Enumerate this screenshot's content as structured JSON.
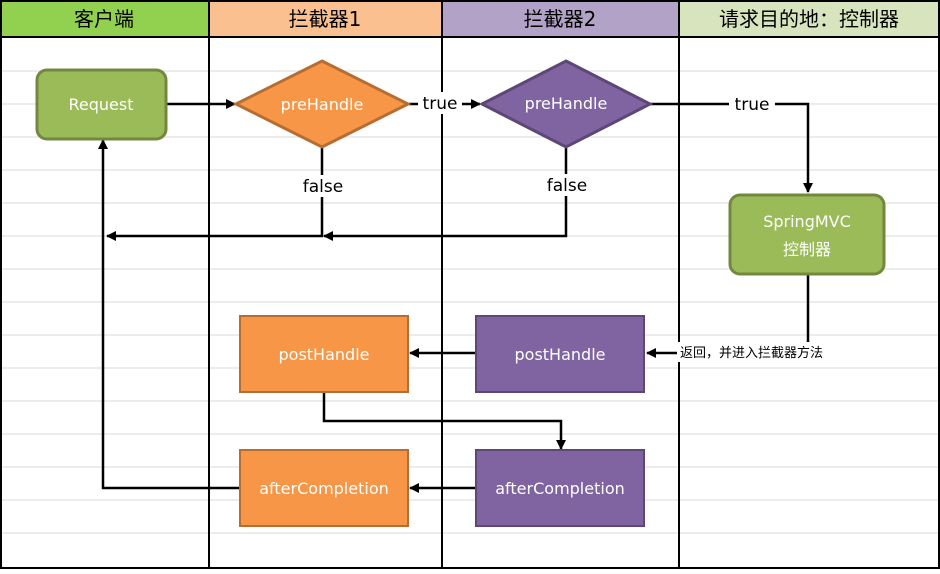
{
  "lanes": [
    {
      "title": "客户端",
      "color": "#92d050"
    },
    {
      "title": "拦截器1",
      "color": "#fac090"
    },
    {
      "title": "拦截器2",
      "color": "#b3a2c7"
    },
    {
      "title": "请求目的地：控制器",
      "color": "#d7e4bd"
    }
  ],
  "nodes": {
    "request": "Request",
    "prehandle1": "preHandle",
    "prehandle2": "preHandle",
    "controller_line1": "SpringMVC",
    "controller_line2": "控制器",
    "posthandle1": "postHandle",
    "posthandle2": "postHandle",
    "aftercompletion1": "afterCompletion",
    "aftercompletion2": "afterCompletion"
  },
  "edge_labels": {
    "true1": "true",
    "true2": "true",
    "false1": "false",
    "false2": "false",
    "return_note": "返回，并进入拦截器方法"
  },
  "colors": {
    "green_fill": "#9bbb59",
    "green_stroke": "#71893f",
    "orange_fill": "#f79646",
    "orange_stroke": "#b66d31",
    "purple_fill": "#8064a2",
    "purple_stroke": "#5c4776",
    "grid_line": "#d9d9d9"
  }
}
